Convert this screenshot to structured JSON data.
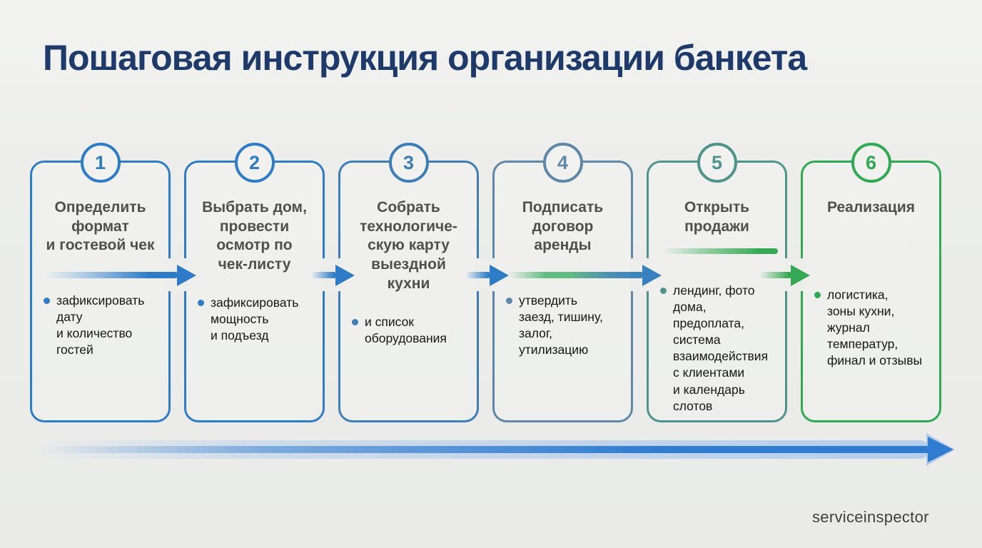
{
  "page": {
    "title": "Пошаговая инструкция организации банкета",
    "watermark": "serviceinspector",
    "colors": {
      "background": "#edeeec",
      "title": "#1d3a6b",
      "bottom_arrow_blue": "#2f7cd0",
      "flow_green": "#34a853",
      "flow_steel_blue": "#3781be"
    }
  },
  "steps": [
    {
      "number": "1",
      "title": "Определить\nформат\nи гостевой чек",
      "bullet": "зафиксировать\nдату\nи количество\nгостей",
      "color": "#2e7cc8"
    },
    {
      "number": "2",
      "title": "Выбрать дом,\nпровести\nосмотр по\nчек-листу",
      "bullet": "зафиксировать\nмощность\nи подъезд",
      "color": "#2e7cc8"
    },
    {
      "number": "3",
      "title": "Собрать\nтехнологиче-\nскую карту\nвыездной\nкухни",
      "bullet": "и список\nоборудования",
      "color": "#3d7db8"
    },
    {
      "number": "4",
      "title": "Подписать\nдоговор\nаренды",
      "bullet": "утвердить\nзаезд, тишину,\nзалог,\nутилизацию",
      "color": "#5f88a8"
    },
    {
      "number": "5",
      "title": "Открыть\nпродажи",
      "bullet": "лендинг, фото\nдома,\nпредоплата,\nсистема\nвзаимодействия\nс клиентами\nи календарь\nслотов",
      "color": "#4f948b"
    },
    {
      "number": "6",
      "title": "Реализация",
      "bullet": "логистика,\nзоны кухни,\nжурнал\nтемператур,\nфинал и отзывы",
      "color": "#2faa52"
    }
  ]
}
